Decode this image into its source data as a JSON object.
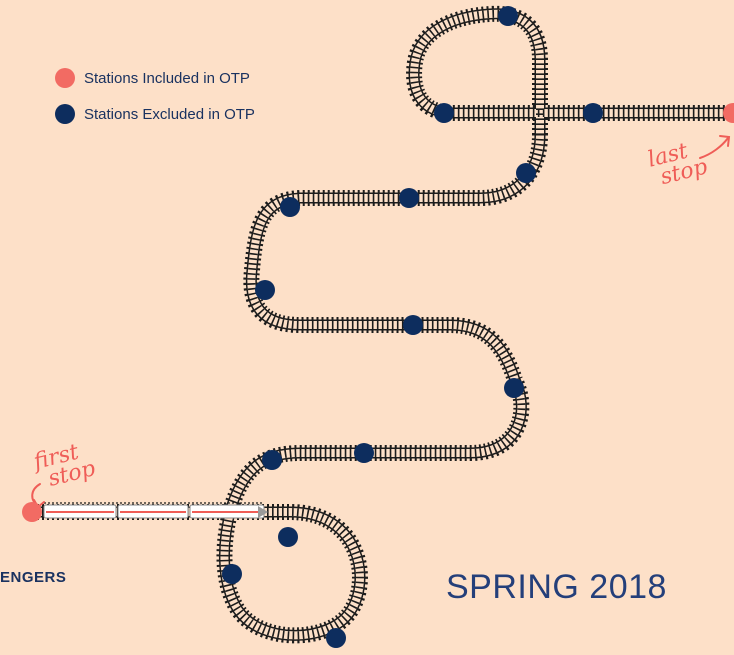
{
  "legend": {
    "items": [
      {
        "label": "Stations Included in OTP",
        "color": "#f26b63"
      },
      {
        "label": "Stations Excluded in OTP",
        "color": "#0d2d5e"
      }
    ]
  },
  "annotations": {
    "first_stop": [
      "first",
      "stop"
    ],
    "last_stop": [
      "last",
      "stop"
    ]
  },
  "season_label": "SPRING 2018",
  "cropped_label": "ENGERS",
  "colors": {
    "background": "#fde0c8",
    "track": "#1c1c1c",
    "station_included": "#f26b63",
    "station_excluded": "#0d2d5e",
    "train_body": "#ffffff",
    "train_stripe": "#ef5d57",
    "annotation": "#ef5d57",
    "season_text": "#243f7a"
  }
}
